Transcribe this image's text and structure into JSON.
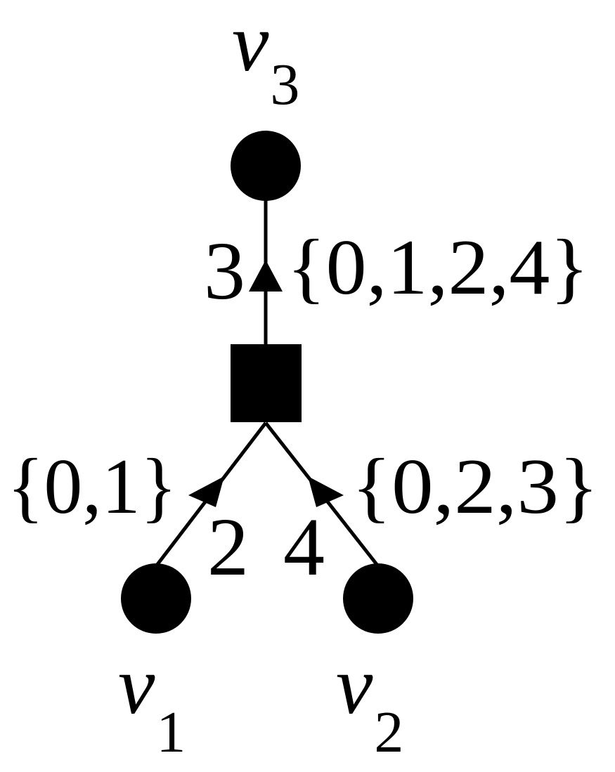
{
  "diagram": {
    "variable_nodes": [
      {
        "id": "v1",
        "var": "v",
        "sub": "1"
      },
      {
        "id": "v2",
        "var": "v",
        "sub": "2"
      },
      {
        "id": "v3",
        "var": "v",
        "sub": "3"
      }
    ],
    "factor_node": {
      "id": "f"
    },
    "edges": [
      {
        "from": "v1",
        "to": "f",
        "weight": "2",
        "set": "{0,1}"
      },
      {
        "from": "v2",
        "to": "f",
        "weight": "4",
        "set": "{0,2,3}"
      },
      {
        "from": "f",
        "to": "v3",
        "weight": "3",
        "set": "{0,1,2,4}"
      }
    ],
    "colors": {
      "node_fill": "#000000",
      "edge": "#000000",
      "background": "#ffffff"
    }
  }
}
